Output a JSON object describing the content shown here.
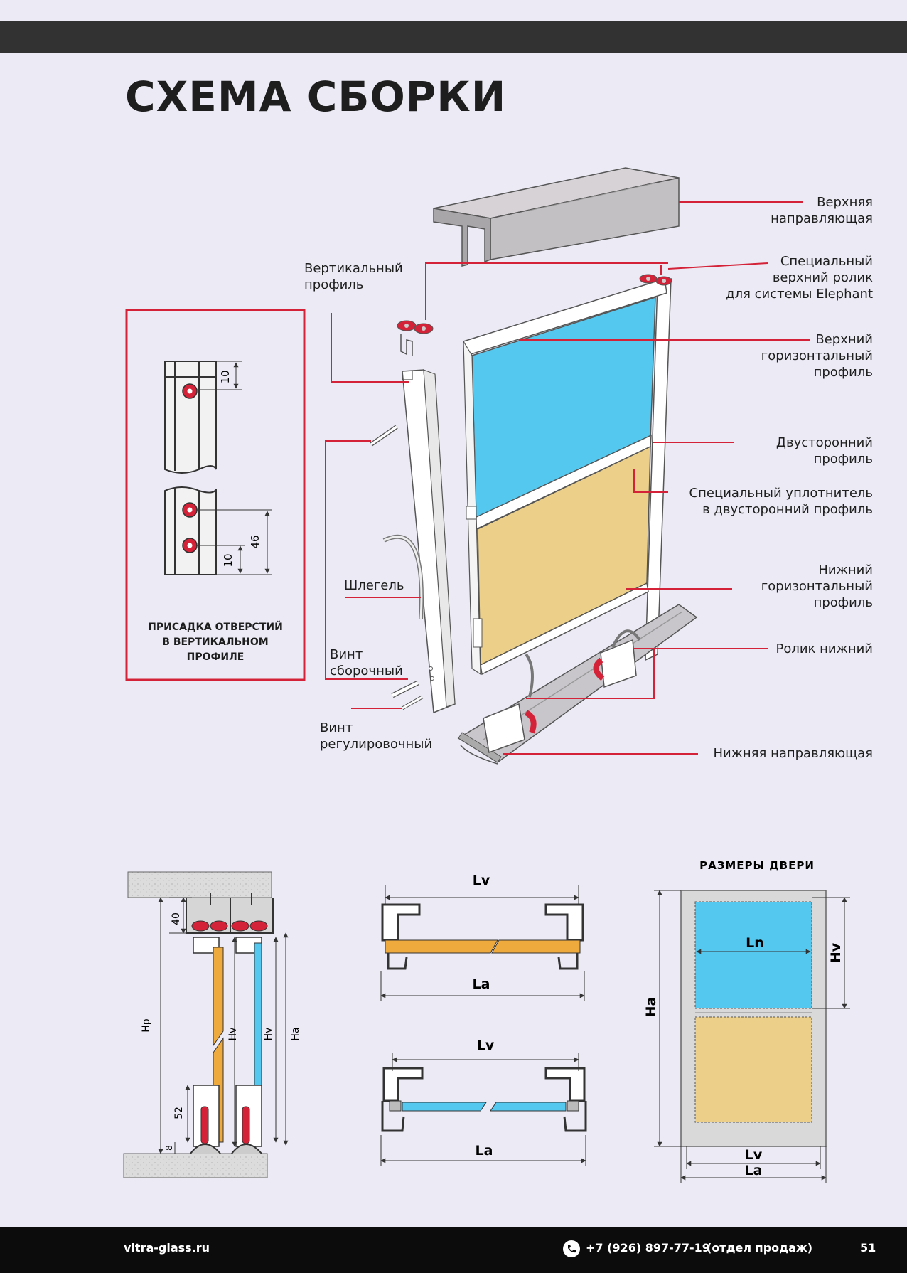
{
  "title": "СХЕМА СБОРКИ",
  "labels": {
    "top_guide": "Верхняя\nнаправляющая",
    "special_top_roller": "Специальный\nверхний ролик\nдля системы Elephant",
    "vertical_profile": "Вертикальный\nпрофиль",
    "top_horizontal_profile": "Верхний\nгоризонтальный\nпрофиль",
    "double_sided_profile": "Двусторонний\nпрофиль",
    "special_seal": "Специальный уплотнитель\nв двусторонний профиль",
    "bottom_horizontal_profile": "Нижний\nгоризонтальный\nпрофиль",
    "schlegel": "Шлегель",
    "assembly_screw": "Винт\nсборочный",
    "bottom_roller": "Ролик нижний",
    "adjusting_screw": "Винт\nрегулировочный",
    "bottom_guide": "Нижняя направляющая"
  },
  "drilling_box": {
    "caption": "ПРИСАДКА ОТВЕРСТИЙ\nВ ВЕРТИКАЛЬНОМ\nПРОФИЛЕ",
    "dim_top": "10",
    "dim_bottom_small": "10",
    "dim_bottom_large": "46"
  },
  "section_view": {
    "dim_40": "40",
    "dim_52": "52",
    "dim_8": "8",
    "hp": "Hp",
    "hv1": "Hv",
    "hv2": "Hv",
    "ha": "Ha"
  },
  "width_views": {
    "lv_top": "Lv",
    "la_top": "La",
    "lv_bottom": "Lv",
    "la_bottom": "La"
  },
  "door_sizes": {
    "title": "РАЗМЕРЫ ДВЕРИ",
    "ln": "Ln",
    "hv": "Hv",
    "ha": "Ha",
    "lv": "Lv",
    "la": "La"
  },
  "footer": {
    "site": "vitra-glass.ru",
    "phone": "+7 (926) 897-77-19",
    "phone_note": "(отдел продаж)",
    "page_number": "51"
  },
  "colors": {
    "accent_red": "#d42338",
    "glass_blue": "#55c8f0",
    "panel_beige": "#ecd089",
    "panel_orange": "#efaa3e",
    "dark": "#333232"
  }
}
